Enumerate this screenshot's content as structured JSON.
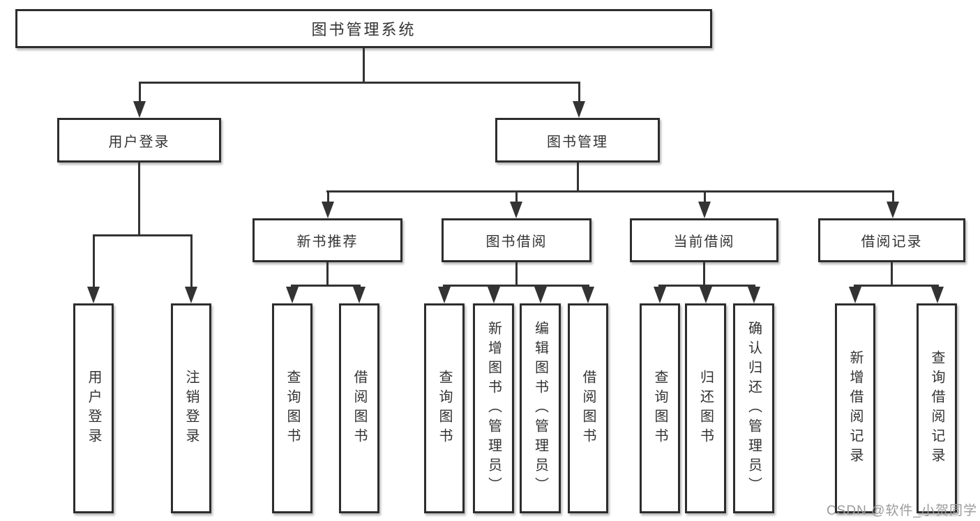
{
  "diagram": {
    "title_node": "图书管理系统",
    "branches": [
      {
        "label": "用户登录",
        "children": [
          "用户登录",
          "注销登录"
        ]
      },
      {
        "label": "图书管理",
        "groups": [
          {
            "label": "新书推荐",
            "children": [
              "查询图书",
              "借阅图书"
            ]
          },
          {
            "label": "图书借阅",
            "children": [
              "查询图书",
              "新增图书（管理员）",
              "编辑图书（管理员）",
              "借阅图书"
            ]
          },
          {
            "label": "当前借阅",
            "children": [
              "查询图书",
              "归还图书",
              "确认归还（管理员）"
            ]
          },
          {
            "label": "借阅记录",
            "children": [
              "新增借阅记录",
              "查询借阅记录"
            ]
          }
        ]
      }
    ],
    "watermark": "CSDN @软件_小贺同学",
    "colors": {
      "line": "#333333",
      "box_border": "#2d2d2d",
      "text": "#333333",
      "watermark": "#9b9b9b",
      "background": "#ffffff"
    }
  }
}
